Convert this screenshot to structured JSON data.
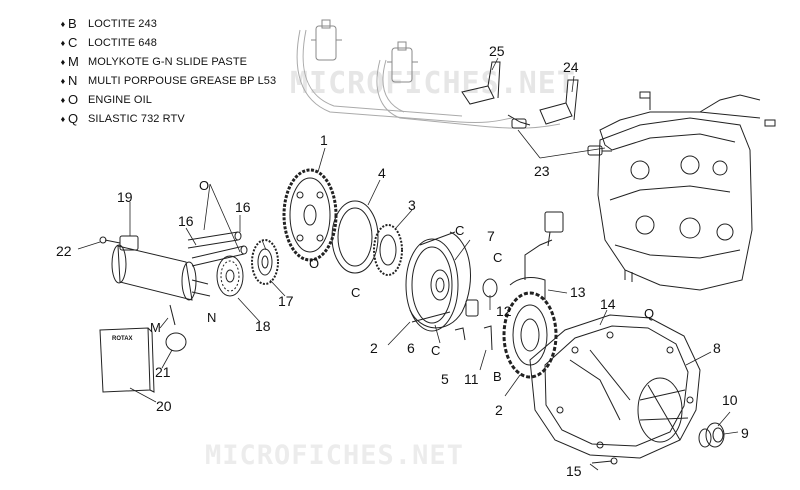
{
  "legend": [
    {
      "drop": "♦",
      "code": "B",
      "text": "LOCTITE 243"
    },
    {
      "drop": "♦",
      "code": "C",
      "text": "LOCTITE 648"
    },
    {
      "drop": "♦",
      "code": "M",
      "text": "MOLYKOTE G-N SLIDE PASTE"
    },
    {
      "drop": "♦",
      "code": "N",
      "text": "MULTI PORPOUSE GREASE BP L53"
    },
    {
      "drop": "♦",
      "code": "O",
      "text": "ENGINE OIL"
    },
    {
      "drop": "♦",
      "code": "Q",
      "text": "SILASTIC 732 RTV"
    }
  ],
  "watermark": {
    "top": "MICROFICHES.NET",
    "bottom": "MICROFICHES.NET"
  },
  "manual_label": "ROTAX",
  "callouts": {
    "n1": "1",
    "n2a": "2",
    "n2b": "2",
    "n3": "3",
    "n4": "4",
    "n5": "5",
    "n6": "6",
    "n7": "7",
    "n8": "8",
    "n9": "9",
    "n10": "10",
    "n11": "11",
    "n12": "12",
    "n13": "13",
    "n14": "14",
    "n15": "15",
    "n16a": "16",
    "n16b": "16",
    "n17": "17",
    "n18": "18",
    "n19": "19",
    "n20": "20",
    "n21": "21",
    "n22": "22",
    "n23": "23",
    "n24": "24",
    "n25": "25"
  },
  "symbols": {
    "o1": "O",
    "o2": "O",
    "c1": "C",
    "c2": "C",
    "c3": "C",
    "c4": "C",
    "m1": "M",
    "n1": "N",
    "b1": "B",
    "q1": "Q"
  }
}
